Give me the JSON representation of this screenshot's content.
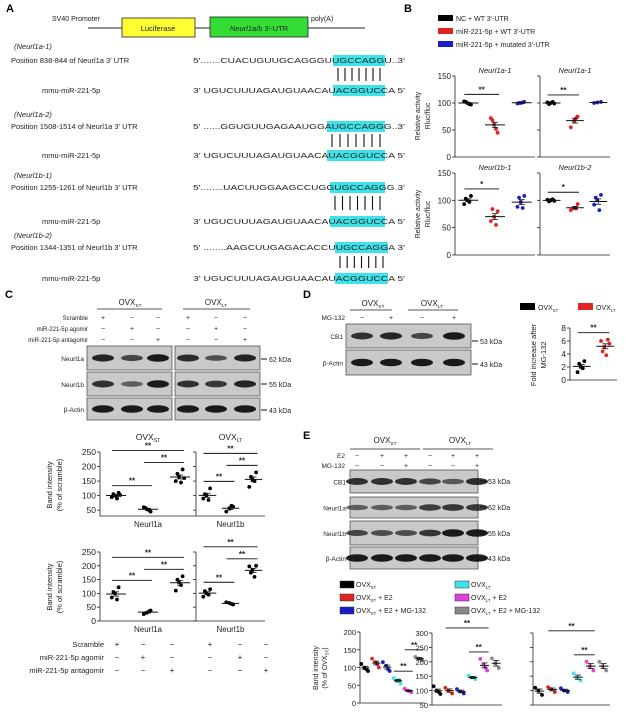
{
  "panel_a": {
    "label": "A",
    "construct": {
      "promoter": "SV40 Promoter",
      "luciferase": "Luciferase",
      "utr_gene": "Neurl1a/b",
      "utr_rest": " 3'-UTR",
      "polya": "poly(A)"
    },
    "sites": [
      {
        "name": "(Neurl1a-1)",
        "position": "Position 838-844 of Neurl1a 3' UTR",
        "target": "5'.......CUACUGUUGCAGGGUUGCCAGGU..3'",
        "mirna": "mmu-miR-221-5p",
        "mirna_seq": "3' UGUCUUUAGAUGUAACAUACGGUCCA  5'"
      },
      {
        "name": "(Neurl1a-2)",
        "position": "Position 1508-1514 of Neurl1a 3' UTR",
        "target": "5' ......GGUGUUGAGAAUGGAUGCCAGGG..3'",
        "mirna": "mmu-miR-221-5p",
        "mirna_seq": "3' UGUCUUUAGAUGUAACAUACGGUCCA  5'"
      },
      {
        "name": "(Neurl1b-1)",
        "position": "Position 1255-1261 of Neurl1b 3' UTR",
        "target": "5'........UACUUGGAAGCCUGGUGCCAGGG.3'",
        "mirna": "mmu-miR-221-5p",
        "mirna_seq": "3' UGUCUUUAGAUGUAACAUACGGUCCA  5'"
      },
      {
        "name": "(Neurl1b-2)",
        "position": "Position 1344-1351 of Neurl1b 3' UTR",
        "target": "5' ........AAGCUUGAGACACCUUGCCAGGA 3'",
        "mirna": "mmu-miR-221-5p",
        "mirna_seq": "3' UGUCUUUAGAUGUAACAUACGGUCCA  5'"
      }
    ],
    "highlight_color": "#3ee3ea"
  },
  "panel_b": {
    "label": "B",
    "legend": [
      {
        "label": "NC + WT 3'-UTR",
        "color": "#000000"
      },
      {
        "label": "miR-221-5p + WT 3'-UTR",
        "color": "#e02424"
      },
      {
        "label": "miR-221-5p + mutated 3'-UTR",
        "color": "#1c1cc8"
      }
    ],
    "ylabel": [
      "Relative activity",
      "Rluc/fluc"
    ]
  },
  "panel_c": {
    "label": "C",
    "groups": [
      {
        "main": "OVX",
        "sub": "ST"
      },
      {
        "main": "OVX",
        "sub": "LT"
      }
    ],
    "treatments": [
      {
        "label": "Scramble",
        "marks": [
          "+",
          "−",
          "−",
          "+",
          "−",
          "−"
        ]
      },
      {
        "label": "miR-221-5p agomir",
        "marks": [
          "−",
          "+",
          "−",
          "−",
          "+",
          "−"
        ]
      },
      {
        "label": "miR-221-5p antagomir",
        "marks": [
          "−",
          "−",
          "+",
          "−",
          "−",
          "+"
        ]
      }
    ],
    "blots": [
      {
        "label": "Neurl1a",
        "kda": "62 kDa",
        "bands": [
          0.9,
          0.6,
          1,
          0.85,
          0.5,
          0.9
        ]
      },
      {
        "label": "Neurl1b",
        "kda": "55 kDa",
        "bands": [
          0.8,
          0.4,
          1,
          0.8,
          0.75,
          0.9
        ]
      },
      {
        "label": "β-Actin",
        "kda": "43 kDa",
        "bands": [
          1,
          1,
          1,
          1,
          1,
          1
        ]
      }
    ],
    "ylabel": [
      "Band intensity",
      "(% of scramble)"
    ]
  },
  "panel_d": {
    "label": "D",
    "groups": [
      {
        "main": "OVX",
        "sub": "ST"
      },
      {
        "main": "OVX",
        "sub": "LT"
      }
    ],
    "treatment": {
      "label": "MG-132",
      "marks": [
        "−",
        "+",
        "−",
        "+"
      ]
    },
    "blots": [
      {
        "label": "CB1",
        "kda": "53 kDa",
        "bands": [
          0.8,
          0.9,
          0.6,
          1
        ]
      },
      {
        "label": "β-Actin",
        "kda": "43 kDa",
        "bands": [
          1,
          1,
          1,
          1
        ]
      }
    ],
    "legend": [
      {
        "main": "OVX",
        "sub": "ST",
        "color": "#000000"
      },
      {
        "main": "OVX",
        "sub": "LT",
        "color": "#e02424"
      }
    ],
    "ylabel": [
      "Fold increase after",
      "MG-132"
    ]
  },
  "panel_e": {
    "label": "E",
    "groups": [
      {
        "main": "OVX",
        "sub": "ST"
      },
      {
        "main": "OVX",
        "sub": "LT"
      }
    ],
    "treatments": [
      {
        "label": "E2",
        "marks": [
          "−",
          "+",
          "+",
          "−",
          "+",
          "+"
        ]
      },
      {
        "label": "MG-132",
        "marks": [
          "−",
          "−",
          "+",
          "−",
          "−",
          "+"
        ]
      }
    ],
    "blots": [
      {
        "label": "CB1",
        "kda": "53 kDa",
        "bands": [
          0.8,
          0.8,
          0.8,
          0.6,
          0.45,
          0.85
        ]
      },
      {
        "label": "Neurl1a",
        "kda": "62 kDa",
        "bands": [
          0.4,
          0.4,
          0.4,
          0.7,
          0.75,
          0.75
        ]
      },
      {
        "label": "Neurl1b",
        "kda": "55 kDa",
        "bands": [
          0.6,
          0.55,
          0.55,
          0.75,
          1,
          1
        ]
      },
      {
        "label": "β-Actin",
        "kda": "43 kDa",
        "bands": [
          1,
          1,
          1,
          1,
          1,
          1
        ]
      }
    ],
    "legend": [
      {
        "main": "OVX",
        "sub": "ST",
        "rest": "",
        "color": "#000000"
      },
      {
        "main": "OVX",
        "sub": "ST",
        "rest": " + E2",
        "color": "#e02424"
      },
      {
        "main": "OVX",
        "sub": "ST",
        "rest": " + E2 + MG-132",
        "color": "#1c1cc8"
      },
      {
        "main": "OVX",
        "sub": "LT",
        "rest": "",
        "color": "#3ee3ea"
      },
      {
        "main": "OVX",
        "sub": "LT",
        "rest": " + E2",
        "color": "#e040e0"
      },
      {
        "main": "OVX",
        "sub": "LT",
        "rest": " + E2 + MG-132",
        "color": "#8a8a8a"
      }
    ],
    "ylabel": [
      "Band intensity",
      "(% of OVX",
      "ST",
      ")"
    ]
  },
  "chart_data": [
    {
      "id": "B1",
      "type": "scatter",
      "title": "Neurl1a-1",
      "ylim": [
        0,
        150
      ],
      "yticks": [
        0,
        50,
        100,
        150
      ],
      "groups": [
        {
          "color": "#000000",
          "values": [
            100,
            97,
            103,
            98,
            102
          ]
        },
        {
          "color": "#e02424",
          "values": [
            60,
            45,
            72,
            52,
            68
          ]
        },
        {
          "color": "#1c1cc8",
          "values": [
            100,
            102,
            99,
            101,
            100
          ]
        }
      ],
      "sig": [
        {
          "from": 0,
          "to": 1,
          "label": "**"
        }
      ]
    },
    {
      "id": "B2",
      "type": "scatter",
      "title": "Neurl1a-1",
      "ylim": [
        0,
        150
      ],
      "yticks": [
        0,
        50,
        100,
        150
      ],
      "groups": [
        {
          "color": "#000000",
          "values": [
            100,
            99,
            101,
            102,
            98
          ]
        },
        {
          "color": "#e02424",
          "values": [
            67,
            75,
            55,
            72
          ]
        },
        {
          "color": "#1c1cc8",
          "values": [
            101,
            102,
            100
          ]
        }
      ],
      "sig": [
        {
          "from": 0,
          "to": 1,
          "label": "**"
        }
      ]
    },
    {
      "id": "B3",
      "type": "scatter",
      "title": "Neurl1b-1",
      "ylim": [
        0,
        150
      ],
      "yticks": [
        0,
        50,
        100,
        150
      ],
      "groups": [
        {
          "color": "#000000",
          "values": [
            100,
            108,
            93,
            97,
            103
          ]
        },
        {
          "color": "#e02424",
          "values": [
            70,
            80,
            62,
            55,
            84
          ]
        },
        {
          "color": "#1c1cc8",
          "values": [
            97,
            108,
            88,
            86,
            105
          ]
        }
      ],
      "sig": [
        {
          "from": 0,
          "to": 1,
          "label": "*"
        }
      ]
    },
    {
      "id": "B4",
      "type": "scatter",
      "title": "Neurl1b-2",
      "ylim": [
        0,
        150
      ],
      "yticks": [
        0,
        50,
        100,
        150
      ],
      "groups": [
        {
          "color": "#000000",
          "values": [
            100,
            99,
            101,
            102,
            98
          ]
        },
        {
          "color": "#e02424",
          "values": [
            86,
            93,
            82,
            85
          ]
        },
        {
          "color": "#1c1cc8",
          "values": [
            100,
            110,
            92,
            82,
            105
          ]
        }
      ],
      "sig": [
        {
          "from": 0,
          "to": 1,
          "label": "*"
        }
      ]
    },
    {
      "id": "C1",
      "type": "scatter",
      "title": {
        "main": "OVX",
        "sub": "ST"
      },
      "xlabel": "Neurl1a",
      "ylim": [
        30,
        250
      ],
      "yticks": [
        50,
        100,
        150,
        200,
        250
      ],
      "groups": [
        {
          "color": "#000000",
          "values": [
            100,
            110,
            95,
            90,
            105,
            102
          ]
        },
        {
          "color": "#000000",
          "values": [
            53,
            45,
            60,
            50,
            58
          ]
        },
        {
          "color": "#000000",
          "values": [
            165,
            190,
            150,
            145,
            175,
            160
          ]
        }
      ],
      "sig": [
        {
          "from": 0,
          "to": 1,
          "label": "**"
        },
        {
          "from": 1,
          "to": 2,
          "label": "**"
        },
        {
          "from": 0,
          "to": 2,
          "label": "**"
        }
      ]
    },
    {
      "id": "C2",
      "type": "scatter",
      "title": {
        "main": "OVX",
        "sub": "LT"
      },
      "xlabel": "Neurl1b",
      "ylim": [
        30,
        250
      ],
      "yticks": [
        50,
        100,
        150,
        200,
        250
      ],
      "groups": [
        {
          "color": "#000000",
          "values": [
            100,
            125,
            90,
            85,
            105
          ]
        },
        {
          "color": "#000000",
          "values": [
            55,
            62,
            45,
            65
          ]
        },
        {
          "color": "#000000",
          "values": [
            155,
            180,
            130,
            150,
            165
          ]
        }
      ],
      "sig": [
        {
          "from": 0,
          "to": 1,
          "label": "**"
        },
        {
          "from": 1,
          "to": 2,
          "label": "**"
        },
        {
          "from": 0,
          "to": 2,
          "label": "**"
        }
      ]
    },
    {
      "id": "C3",
      "type": "scatter",
      "xlabel": "Neurl1a",
      "ylim": [
        0,
        250
      ],
      "yticks": [
        0,
        50,
        100,
        150,
        200,
        250
      ],
      "groups": [
        {
          "color": "#000000",
          "values": [
            100,
            122,
            85,
            78,
            105
          ]
        },
        {
          "color": "#000000",
          "values": [
            30,
            38,
            25,
            35
          ]
        },
        {
          "color": "#000000",
          "values": [
            140,
            162,
            110,
            130,
            150
          ]
        }
      ],
      "sig": [
        {
          "from": 0,
          "to": 1,
          "label": "**"
        },
        {
          "from": 1,
          "to": 2,
          "label": "**"
        },
        {
          "from": 0,
          "to": 2,
          "label": "**"
        }
      ]
    },
    {
      "id": "C4",
      "type": "scatter",
      "xlabel": "Neurl1b",
      "ylim": [
        0,
        250
      ],
      "yticks": [
        0,
        50,
        100,
        150,
        200,
        250
      ],
      "groups": [
        {
          "color": "#000000",
          "values": [
            100,
            115,
            88,
            95,
            108
          ]
        },
        {
          "color": "#000000",
          "values": [
            65,
            60,
            68,
            62
          ]
        },
        {
          "color": "#000000",
          "values": [
            185,
            200,
            198,
            160,
            175
          ]
        }
      ],
      "sig": [
        {
          "from": 0,
          "to": 1,
          "label": "**"
        },
        {
          "from": 1,
          "to": 2,
          "label": "**"
        },
        {
          "from": 0,
          "to": 2,
          "label": "**"
        }
      ]
    },
    {
      "id": "D1",
      "type": "scatter",
      "ylim": [
        0,
        8
      ],
      "yticks": [
        0,
        2,
        4,
        6,
        8
      ],
      "groups": [
        {
          "color": "#000000",
          "values": [
            2.1,
            2.9,
            1.2,
            1.8,
            2.5
          ]
        },
        {
          "color": "#e02424",
          "values": [
            5.1,
            6.2,
            6.0,
            3.8,
            4.4,
            5.6
          ]
        }
      ],
      "sig": [
        {
          "from": 0,
          "to": 1,
          "label": "**"
        }
      ]
    },
    {
      "id": "E1",
      "type": "scatter",
      "ylim": [
        0,
        200
      ],
      "yticks": [
        0,
        50,
        100,
        150,
        200
      ],
      "groups": [
        {
          "color": "#000000",
          "values": [
            100,
            90,
            110,
            95
          ]
        },
        {
          "color": "#e02424",
          "values": [
            115,
            100,
            125,
            110
          ]
        },
        {
          "color": "#1c1cc8",
          "values": [
            105,
            90,
            115,
            95
          ]
        },
        {
          "color": "#3ee3ea",
          "values": [
            62,
            55,
            70,
            65
          ]
        },
        {
          "color": "#e040e0",
          "values": [
            35,
            30,
            40,
            33
          ]
        },
        {
          "color": "#8a8a8a",
          "values": [
            125,
            120,
            130
          ]
        }
      ],
      "sig": [
        {
          "from": 3,
          "to": 4,
          "label": "**"
        },
        {
          "from": 4,
          "to": 5,
          "label": "**"
        }
      ]
    },
    {
      "id": "E2",
      "type": "scatter",
      "ylim": [
        50,
        300
      ],
      "yticks": [
        50,
        100,
        150,
        200,
        250,
        300
      ],
      "groups": [
        {
          "color": "#000000",
          "values": [
            100,
            88,
            115,
            95
          ]
        },
        {
          "color": "#e02424",
          "values": [
            100,
            90,
            110
          ]
        },
        {
          "color": "#1c1cc8",
          "values": [
            97,
            90,
            105
          ]
        },
        {
          "color": "#3ee3ea",
          "values": [
            145,
            140,
            152
          ]
        },
        {
          "color": "#e040e0",
          "values": [
            190,
            170,
            210,
            180
          ]
        },
        {
          "color": "#8a8a8a",
          "values": [
            195,
            178,
            212
          ]
        }
      ],
      "sig": [
        {
          "from": 3,
          "to": 4,
          "label": "**"
        },
        {
          "from": 1,
          "to": 4,
          "label": "**"
        }
      ]
    },
    {
      "id": "E3",
      "type": "scatter",
      "ylim": [
        50,
        300
      ],
      "yticks": [
        50,
        100,
        150,
        200,
        250,
        300
      ],
      "groups": [
        {
          "color": "#000000",
          "values": [
            100,
            85,
            110
          ]
        },
        {
          "color": "#e02424",
          "values": [
            105,
            95,
            112
          ]
        },
        {
          "color": "#1c1cc8",
          "values": [
            100,
            95,
            108
          ]
        },
        {
          "color": "#3ee3ea",
          "values": [
            145,
            135,
            160
          ]
        },
        {
          "color": "#e040e0",
          "values": [
            185,
            170,
            200
          ]
        },
        {
          "color": "#8a8a8a",
          "values": [
            185,
            170,
            200
          ]
        }
      ],
      "sig": [
        {
          "from": 3,
          "to": 4,
          "label": "**"
        },
        {
          "from": 1,
          "to": 4,
          "label": "**"
        }
      ]
    }
  ]
}
